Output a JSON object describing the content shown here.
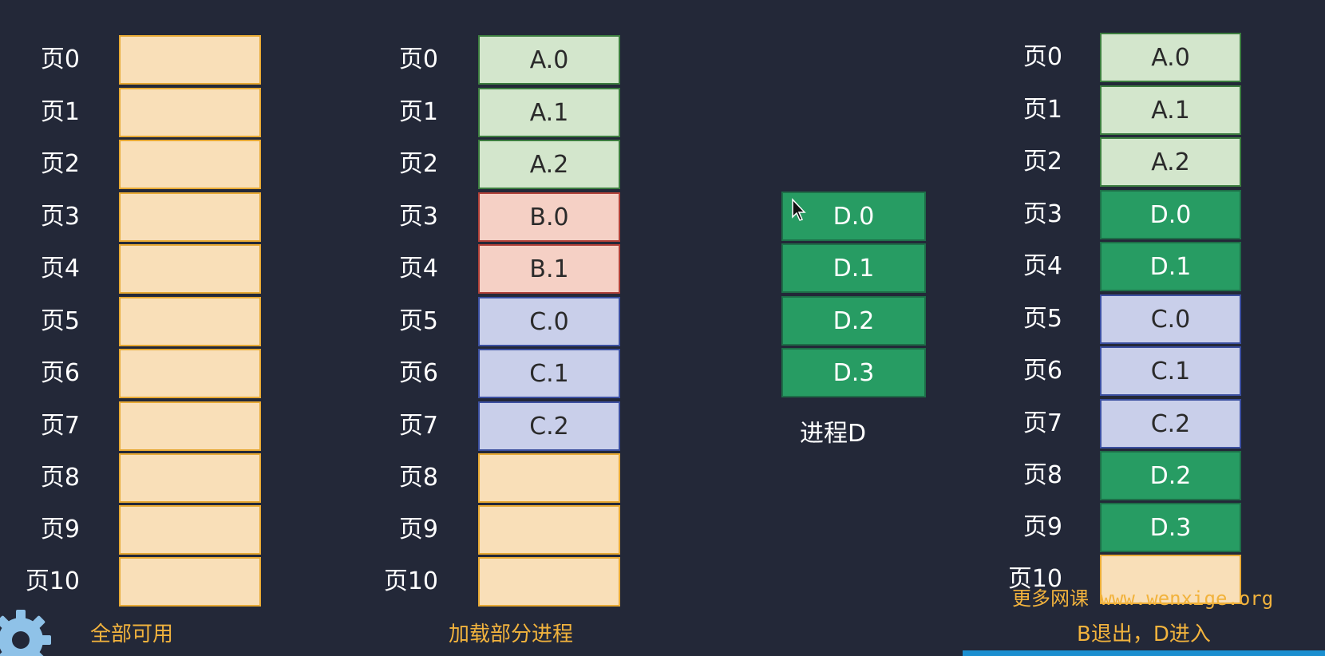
{
  "colors": {
    "background": "#232838",
    "free": "#f9dfb8",
    "free_border": "#e7a934",
    "proc_a": "#d3e6cc",
    "proc_a_border": "#3c7d3f",
    "proc_b": "#f5d0c5",
    "proc_b_border": "#b04038",
    "proc_c": "#c9cfea",
    "proc_c_border": "#3b4fa0",
    "proc_d": "#279c63",
    "proc_d_border": "#1e6e48",
    "caption": "#f2b33d",
    "bottom_bar": "#1b8fd0"
  },
  "columns": [
    {
      "caption": "全部可用",
      "rows": [
        {
          "page": "页0",
          "cell": "",
          "state": "free"
        },
        {
          "page": "页1",
          "cell": "",
          "state": "free"
        },
        {
          "page": "页2",
          "cell": "",
          "state": "free"
        },
        {
          "page": "页3",
          "cell": "",
          "state": "free"
        },
        {
          "page": "页4",
          "cell": "",
          "state": "free"
        },
        {
          "page": "页5",
          "cell": "",
          "state": "free"
        },
        {
          "page": "页6",
          "cell": "",
          "state": "free"
        },
        {
          "page": "页7",
          "cell": "",
          "state": "free"
        },
        {
          "page": "页8",
          "cell": "",
          "state": "free"
        },
        {
          "page": "页9",
          "cell": "",
          "state": "free"
        },
        {
          "page": "页10",
          "cell": "",
          "state": "free"
        }
      ]
    },
    {
      "caption": "加载部分进程",
      "rows": [
        {
          "page": "页0",
          "cell": "A.0",
          "state": "proc_a"
        },
        {
          "page": "页1",
          "cell": "A.1",
          "state": "proc_a"
        },
        {
          "page": "页2",
          "cell": "A.2",
          "state": "proc_a"
        },
        {
          "page": "页3",
          "cell": "B.0",
          "state": "proc_b"
        },
        {
          "page": "页4",
          "cell": "B.1",
          "state": "proc_b"
        },
        {
          "page": "页5",
          "cell": "C.0",
          "state": "proc_c"
        },
        {
          "page": "页6",
          "cell": "C.1",
          "state": "proc_c"
        },
        {
          "page": "页7",
          "cell": "C.2",
          "state": "proc_c"
        },
        {
          "page": "页8",
          "cell": "",
          "state": "free"
        },
        {
          "page": "页9",
          "cell": "",
          "state": "free"
        },
        {
          "page": "页10",
          "cell": "",
          "state": "free"
        }
      ]
    },
    {
      "caption": "B退出，D进入",
      "rows": [
        {
          "page": "页0",
          "cell": "A.0",
          "state": "proc_a"
        },
        {
          "page": "页1",
          "cell": "A.1",
          "state": "proc_a"
        },
        {
          "page": "页2",
          "cell": "A.2",
          "state": "proc_a"
        },
        {
          "page": "页3",
          "cell": "D.0",
          "state": "proc_d"
        },
        {
          "page": "页4",
          "cell": "D.1",
          "state": "proc_d"
        },
        {
          "page": "页5",
          "cell": "C.0",
          "state": "proc_c"
        },
        {
          "page": "页6",
          "cell": "C.1",
          "state": "proc_c"
        },
        {
          "page": "页7",
          "cell": "C.2",
          "state": "proc_c"
        },
        {
          "page": "页8",
          "cell": "D.2",
          "state": "proc_d"
        },
        {
          "page": "页9",
          "cell": "D.3",
          "state": "proc_d"
        },
        {
          "page": "页10",
          "cell": "",
          "state": "free"
        }
      ]
    }
  ],
  "process_d": {
    "label": "进程D",
    "pages": [
      "D.0",
      "D.1",
      "D.2",
      "D.3"
    ]
  },
  "watermark": "更多网课 www.wenxige.org",
  "icons": [
    "gear-icon",
    "cursor-icon"
  ]
}
